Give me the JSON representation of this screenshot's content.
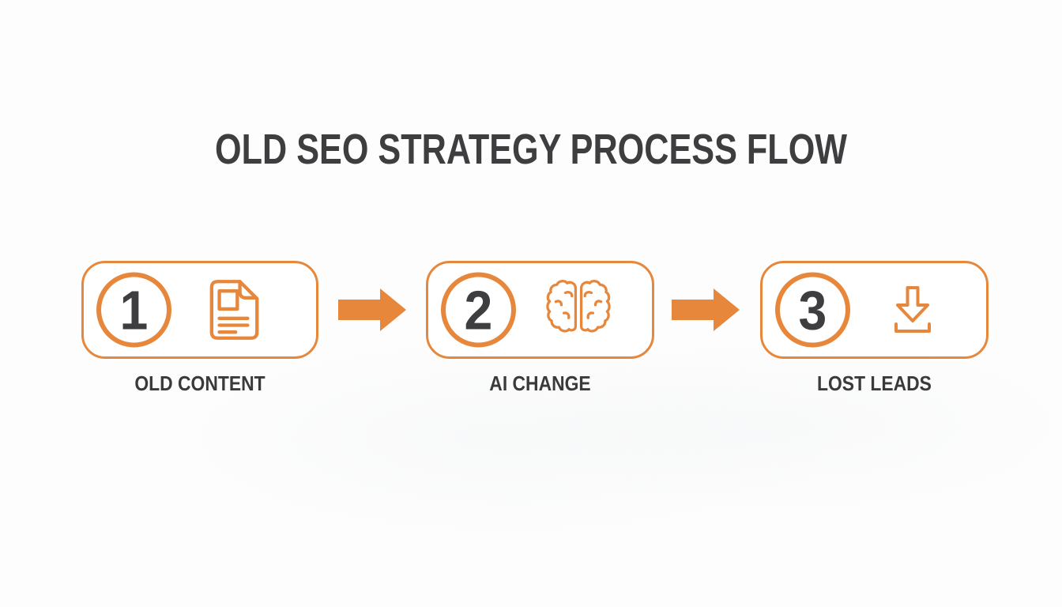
{
  "theme": {
    "accent": "#E6873C",
    "heading_color": "#3E3E40",
    "label_color": "#3A3A3C",
    "background": "#FDFDFD",
    "box_background": "#FFFFFF"
  },
  "title": "OLD SEO STRATEGY PROCESS FLOW",
  "steps": [
    {
      "number": "1",
      "label": "OLD CONTENT",
      "icon": "document-icon"
    },
    {
      "number": "2",
      "label": "AI CHANGE",
      "icon": "brain-icon"
    },
    {
      "number": "3",
      "label": "LOST LEADS",
      "icon": "download-icon"
    }
  ],
  "connectors": [
    {
      "icon": "arrow-right-icon"
    },
    {
      "icon": "arrow-right-icon"
    }
  ]
}
